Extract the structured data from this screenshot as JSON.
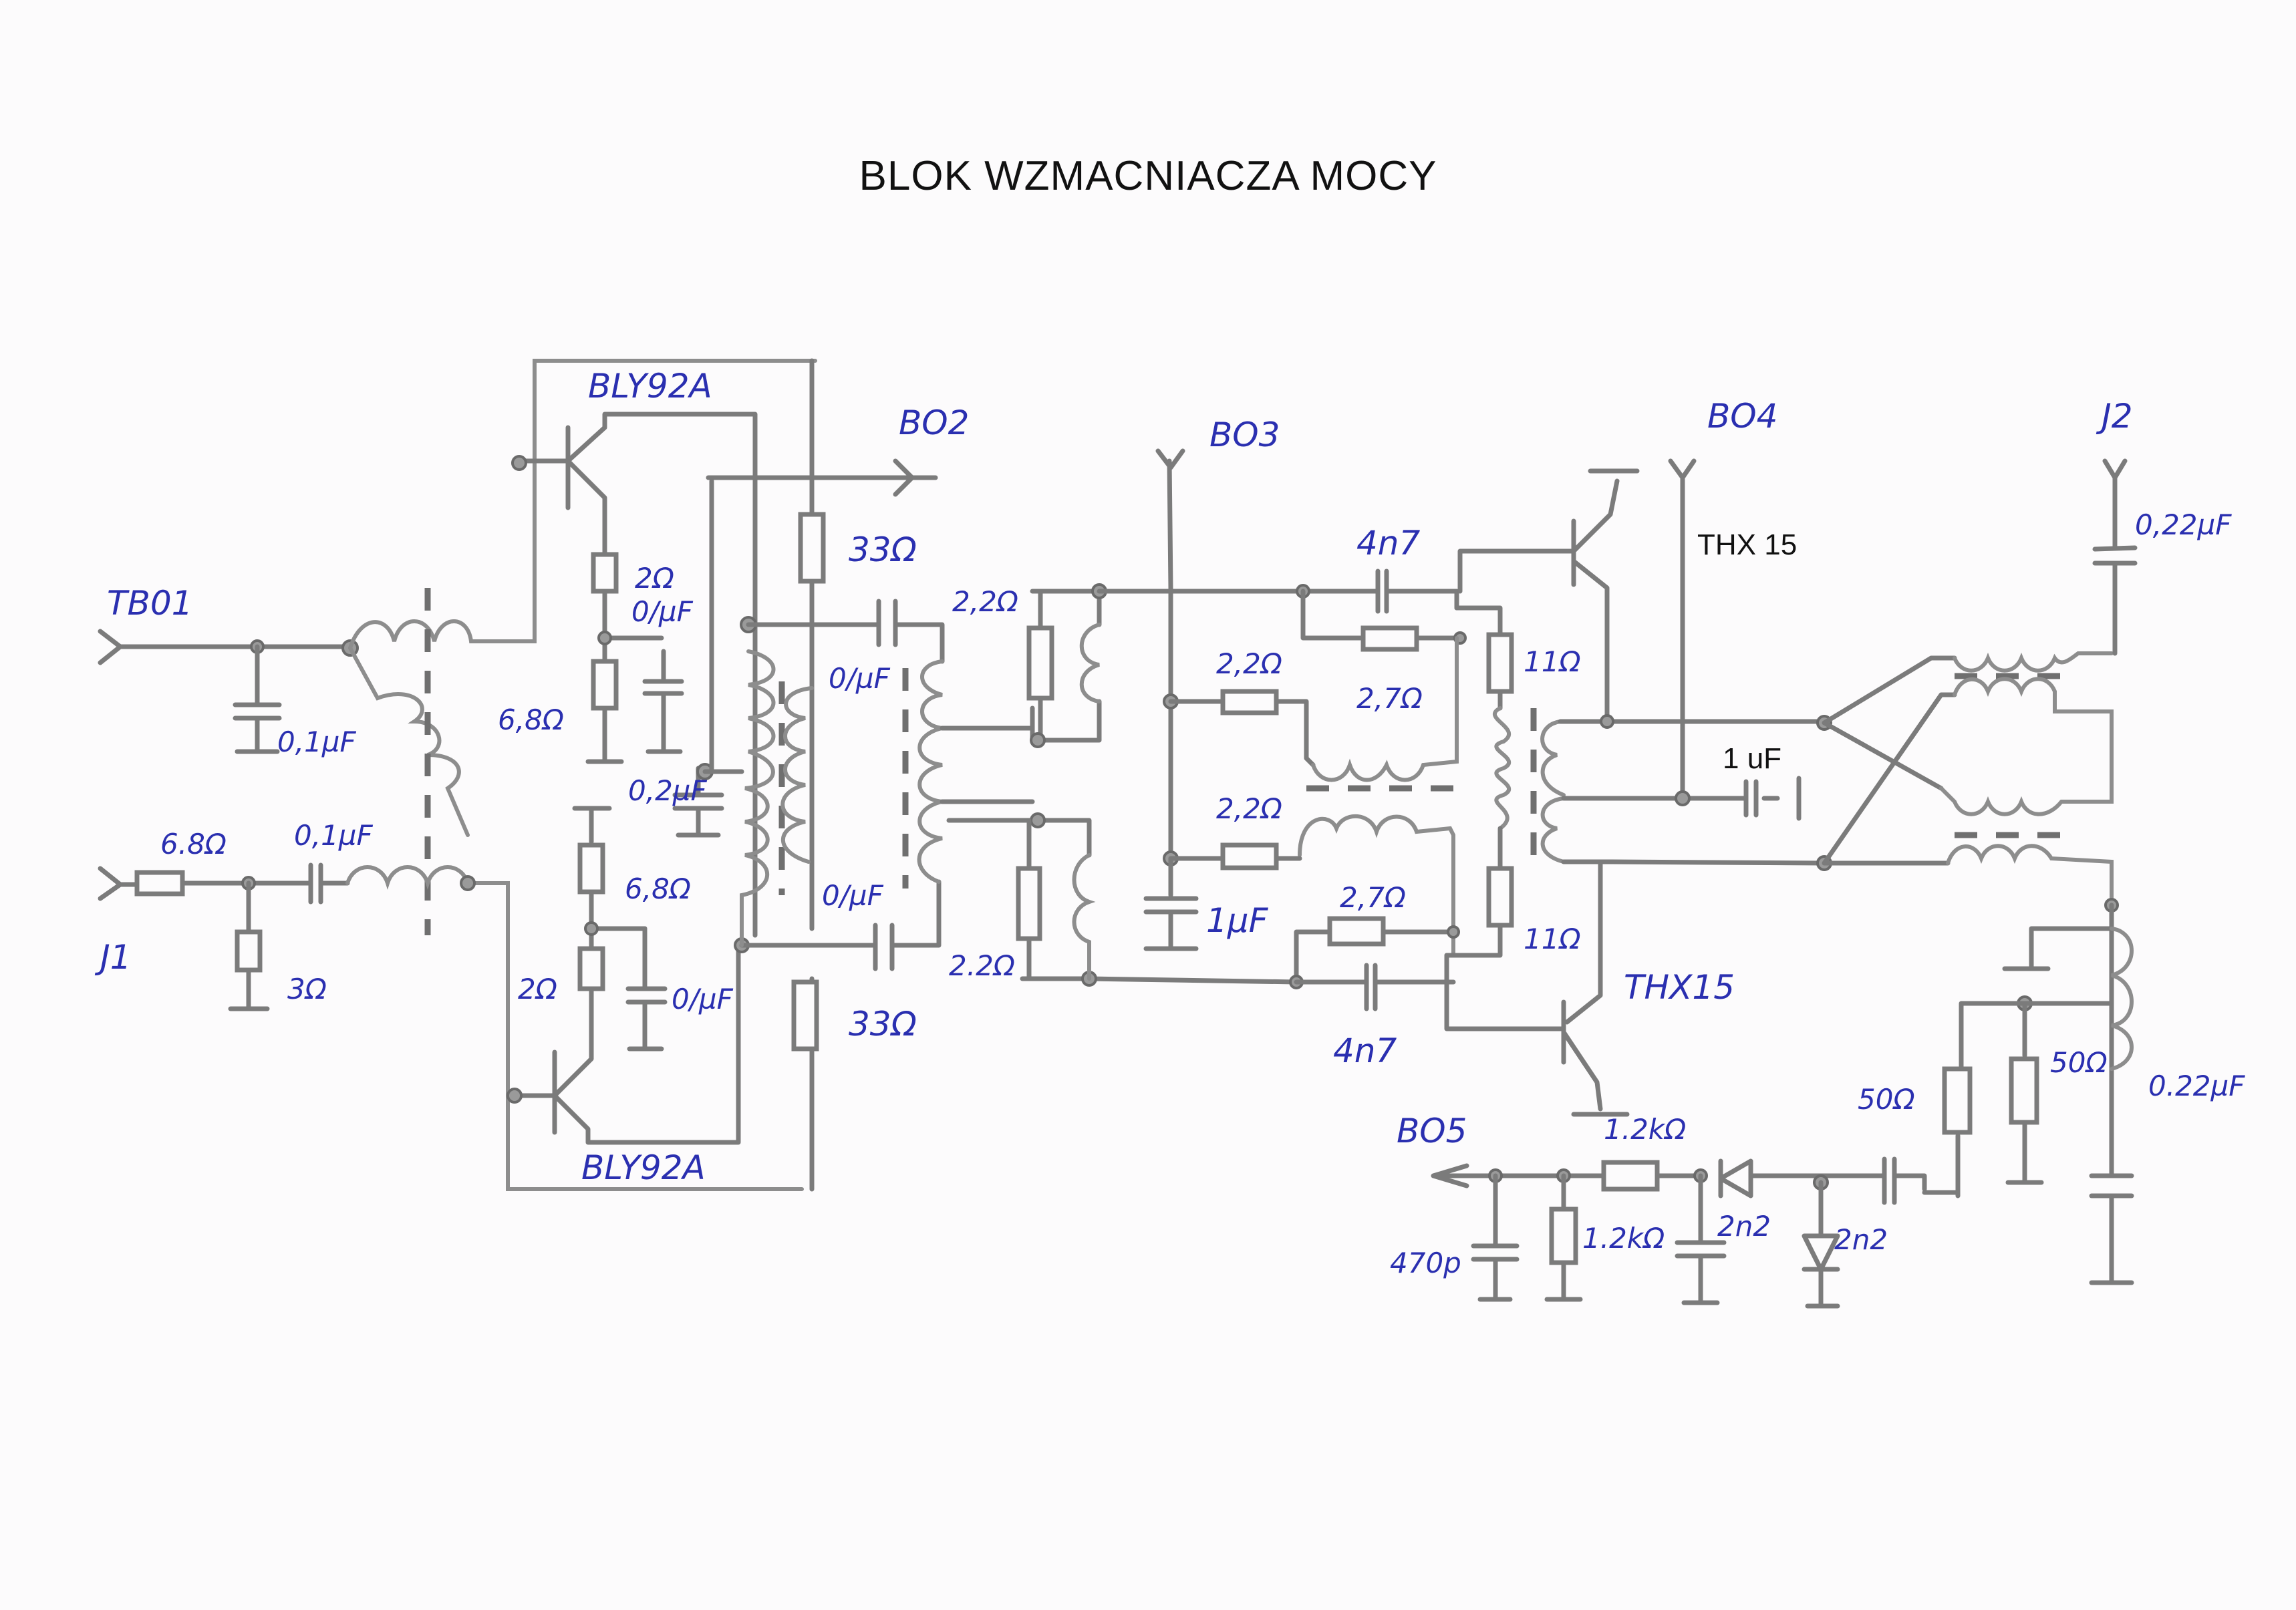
{
  "title": "BLOK WZMACNIACZA MOCY",
  "ports": {
    "tb01": "TB01",
    "j1": "J1",
    "bo2": "BO2",
    "bo3": "BO3",
    "bo4": "BO4",
    "bo5": "BO5",
    "j2": "J2"
  },
  "transistors": {
    "q1": "BLY92A",
    "q2": "BLY92A",
    "q3": "THX 15",
    "q4": "THX15"
  },
  "input_stage": {
    "c_tb01": "0,1µF",
    "r_series": "6.8Ω",
    "c_series": "0,1µF",
    "r_shunt": "3Ω"
  },
  "driver_stage": {
    "r_e1": "2Ω",
    "c_e1": "0/µF",
    "r_b1": "6,8Ω",
    "c_mid": "0,2µF",
    "r_b2": "6,8Ω",
    "r_e2": "2Ω",
    "c_e2": "0/µF",
    "r_feed_top": "33Ω",
    "r_feed_bot": "33Ω",
    "c_couple_top": "0/µF",
    "c_couple_bot": "0/µF"
  },
  "interstage": {
    "r_top": "2,2Ω",
    "r_bot": "2.2Ω",
    "r_b_top": "2,2Ω",
    "r_b_bot": "2,2Ω",
    "r_par_top": "2,7Ω",
    "r_par_bot": "2,7Ω",
    "c_top": "4n7",
    "c_bot": "4n7",
    "c_bo3": "1µF"
  },
  "output_stage": {
    "r_top": "11Ω",
    "r_bot": "11Ω",
    "c_bo4": "1 uF",
    "c_j2": "0,22µF",
    "c_coup": "0.22µF",
    "r_load1": "50Ω",
    "r_load2": "50Ω"
  },
  "detector": {
    "c_in": "2n2",
    "c_mid": "2n2",
    "r_series": "1.2kΩ",
    "r_shunt": "1.2kΩ",
    "c_out": "470p"
  }
}
